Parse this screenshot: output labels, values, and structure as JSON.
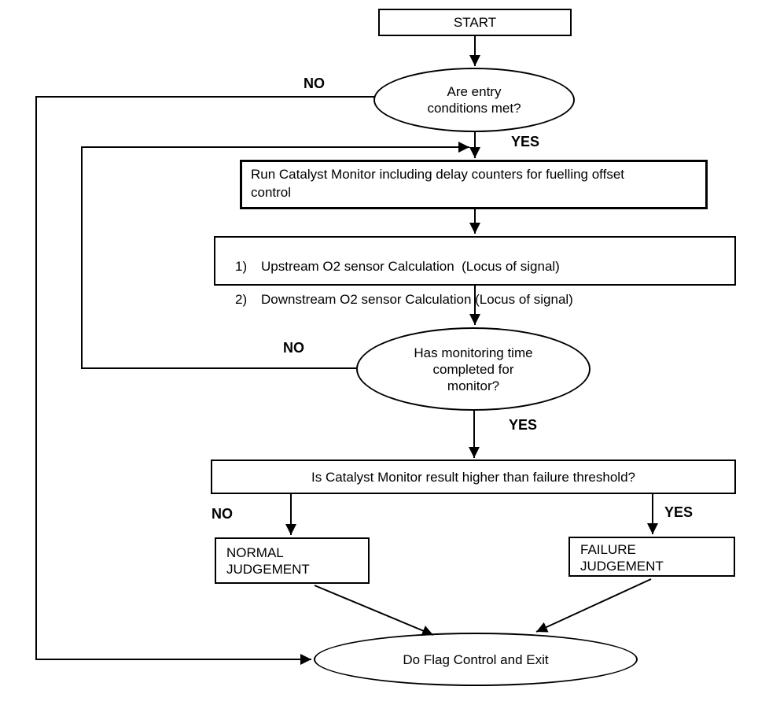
{
  "diagram": {
    "type": "flowchart",
    "background_color": "#ffffff",
    "line_color": "#000000",
    "text_color": "#000000",
    "nodes": {
      "start": {
        "shape": "rectangle",
        "label": "START"
      },
      "entry_decision": {
        "shape": "ellipse",
        "label": "Are entry\nconditions met?"
      },
      "run_monitor": {
        "shape": "rectangle",
        "label": "Run Catalyst Monitor including delay counters for fuelling offset\ncontrol"
      },
      "sensor_calculation": {
        "shape": "rectangle",
        "items": [
          {
            "num": "1)",
            "text": "Upstream O2 sensor Calculation  (Locus of signal)"
          },
          {
            "num": "2)",
            "text": "Downstream O2 sensor Calculation (Locus of signal)"
          }
        ]
      },
      "monitoring_decision": {
        "shape": "ellipse",
        "label": "Has monitoring time\ncompleted for\nmonitor?"
      },
      "threshold_decision": {
        "shape": "rectangle",
        "label": "Is Catalyst Monitor result higher than failure threshold?"
      },
      "normal_judgement": {
        "shape": "rectangle",
        "label": "NORMAL\nJUDGEMENT"
      },
      "failure_judgement": {
        "shape": "rectangle",
        "label": "FAILURE\nJUDGEMENT"
      },
      "flag_control_exit": {
        "shape": "ellipse",
        "label": "Do Flag Control and Exit"
      }
    },
    "edge_labels": {
      "entry_no": "NO",
      "entry_yes": "YES",
      "monitoring_no": "NO",
      "monitoring_yes": "YES",
      "threshold_no": "NO",
      "threshold_yes": "YES"
    }
  }
}
